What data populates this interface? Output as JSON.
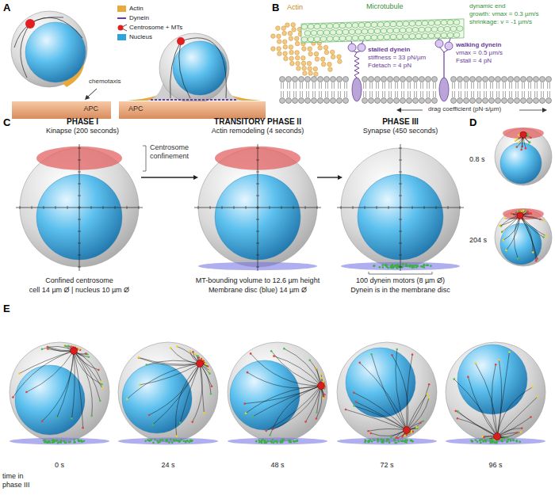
{
  "diagram": {
    "nodes": [
      {
        "text": [
          "APC"
        ]
      },
      {
        "text": [
          "APC"
        ]
      },
      {
        "text": [
          "PHASE I",
          "Kinapse (200 seconds)"
        ]
      },
      {
        "text": [
          "TRANSITORY PHASE II",
          "Actin remodeling (4 seconds)"
        ]
      },
      {
        "text": [
          "PHASE III",
          "Synapse (450 seconds)"
        ]
      }
    ],
    "edges": [
      {
        "from": 2,
        "to": 3,
        "arrow": "to"
      },
      {
        "from": 3,
        "to": 4,
        "arrow": "to"
      }
    ],
    "labels": [
      "A",
      "chemotaxis",
      "B",
      "Microtubule",
      "dynamic end",
      "growth: vmax = 0.3 µm/s",
      "shrinkage: v = -1 µm/s",
      "Actin",
      "stalled dynein",
      "stiffness = 33 pN/µm",
      "Fdetach = 4 pN",
      "walking dynein",
      "vmax = 0.5 µm/s",
      "Fstall = 4 pN",
      "drag coefficient (pN·s/µm)",
      "C",
      "Centrosome confinement",
      "Confined centrosome",
      "cell 14 µm Ø | nucleus 10 µm Ø",
      "MT-bounding volume to 12.6 µm height",
      "Membrane disc (blue) 14 µm Ø",
      "100 dynein motors (8 µm Ø)",
      "Dynein is in the membrane disc",
      "D",
      "0.8 s",
      "204 s",
      "E",
      "0 s",
      "24 s",
      "48 s",
      "72 s",
      "96 s",
      "time in phase III"
    ],
    "legend": [
      {
        "text": "Actin",
        "color": "#e8aa3c"
      },
      {
        "text": "Dynein"
      },
      {
        "text": "Centrosome + MTs"
      },
      {
        "text": "Nucleus",
        "color": "#2ea4dc"
      }
    ]
  }
}
